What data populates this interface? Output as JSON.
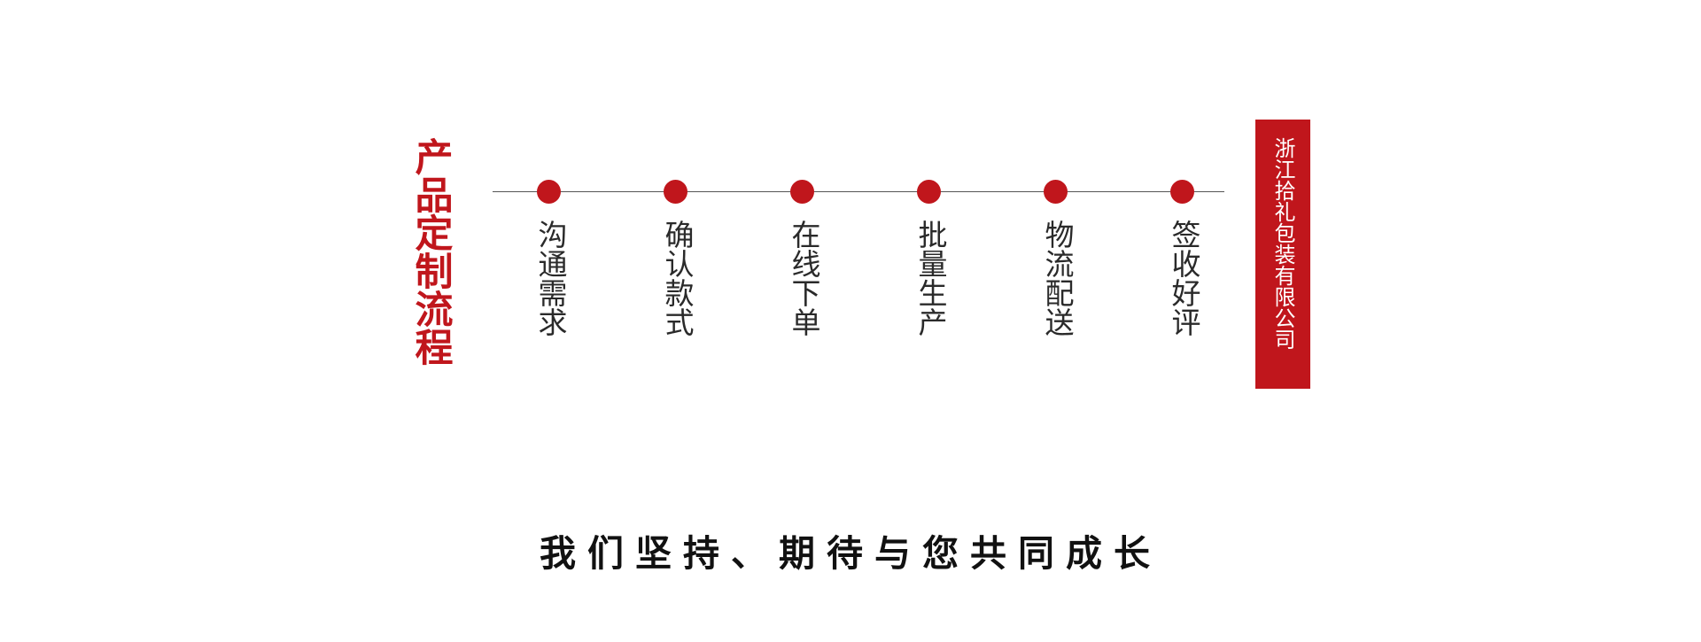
{
  "title": "产品定制流程",
  "steps": [
    {
      "label": "沟通需求"
    },
    {
      "label": "确认款式"
    },
    {
      "label": "在线下单"
    },
    {
      "label": "批量生产"
    },
    {
      "label": "物流配送"
    },
    {
      "label": "签收好评"
    }
  ],
  "company": "浙江拾礼包装有限公司",
  "slogan": "我们坚持、期待与您共同成长",
  "colors": {
    "accent": "#c0161c",
    "text": "#2a2a2a",
    "line": "#555555"
  }
}
